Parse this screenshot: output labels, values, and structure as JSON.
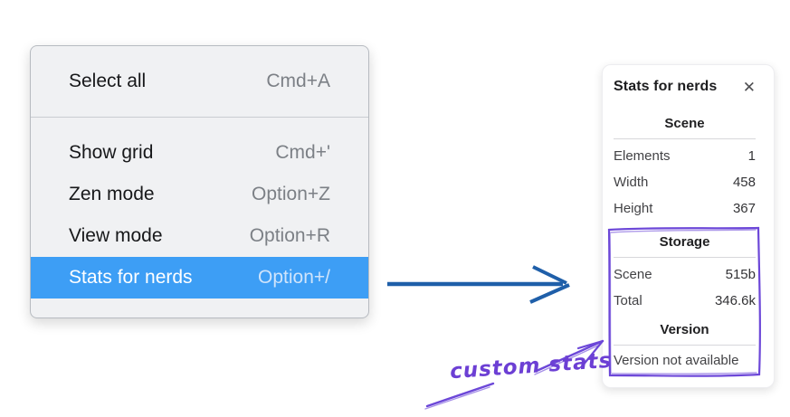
{
  "context_menu": {
    "items": [
      {
        "label": "Select all",
        "shortcut": "Cmd+A",
        "highlighted": false
      },
      {
        "label": "Show grid",
        "shortcut": "Cmd+'",
        "highlighted": false
      },
      {
        "label": "Zen mode",
        "shortcut": "Option+Z",
        "highlighted": false
      },
      {
        "label": "View mode",
        "shortcut": "Option+R",
        "highlighted": false
      },
      {
        "label": "Stats for nerds",
        "shortcut": "Option+/",
        "highlighted": true
      }
    ]
  },
  "stats_panel": {
    "title": "Stats for nerds",
    "close_icon": "✕",
    "sections": [
      {
        "heading": "Scene",
        "rows": [
          {
            "label": "Elements",
            "value": "1"
          },
          {
            "label": "Width",
            "value": "458"
          },
          {
            "label": "Height",
            "value": "367"
          }
        ]
      },
      {
        "heading": "Storage",
        "rows": [
          {
            "label": "Scene",
            "value": "515b"
          },
          {
            "label": "Total",
            "value": "346.6k"
          }
        ]
      },
      {
        "heading": "Version",
        "rows": [],
        "note": "Version not available"
      }
    ]
  },
  "annotation": {
    "label": "custom stats"
  },
  "colors": {
    "menu_background": "#f0f1f3",
    "highlight_blue": "#3d9ef5",
    "arrow_blue": "#1f5fa9",
    "annotation_purple": "#6c47d8"
  }
}
